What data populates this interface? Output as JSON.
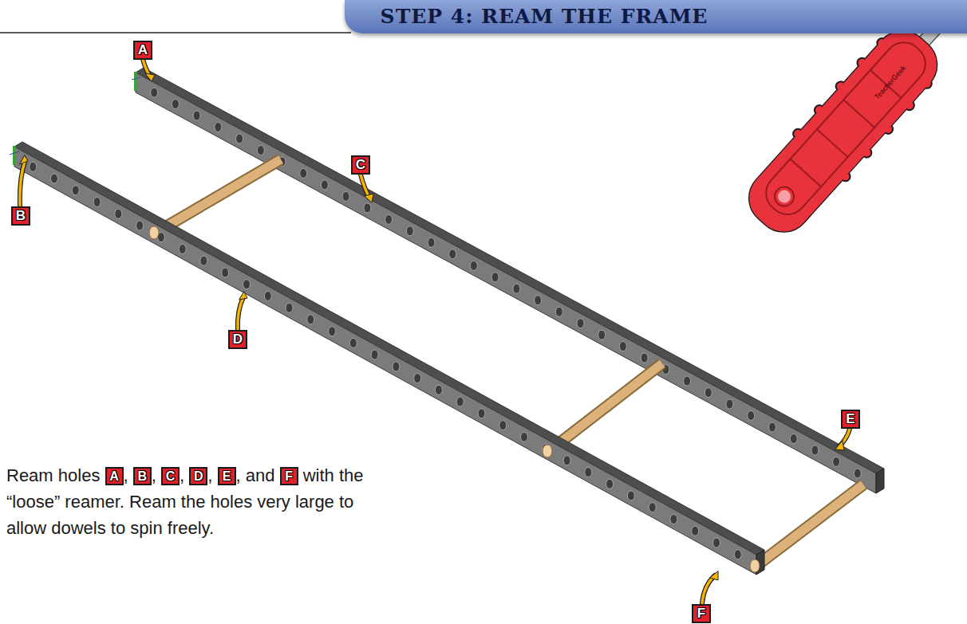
{
  "diagram": {
    "title": "STEP 4: REAM THE FRAME",
    "labels": [
      "A",
      "B",
      "C",
      "D",
      "E",
      "F",
      "TeacherGeek",
      "Ream holes",
      "A",
      ",",
      "B",
      ",",
      "C",
      ",",
      "D",
      ",",
      "E",
      ", and",
      "F",
      "with the “loose” reamer. Ream the holes very large to allow dowels to spin freely."
    ]
  }
}
